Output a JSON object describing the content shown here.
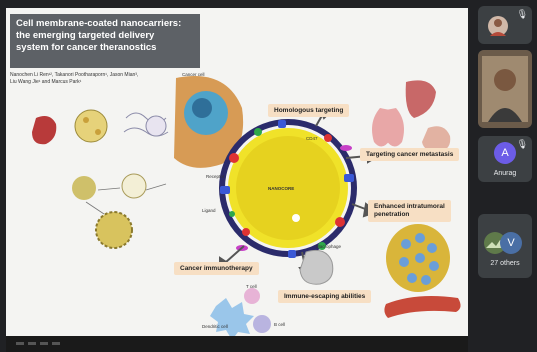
{
  "slide": {
    "title_lines": [
      "Cell membrane-coated nanocarriers:",
      "the emerging targeted delivery",
      "system for cancer theranostics"
    ],
    "authors": [
      "Nanochen Li Ren¹², Takanori Pootharaporn¹, Jason Mian³,",
      "Liu Wang Jie¹ and Marcus Park¹"
    ],
    "labels": {
      "homologous": "Homologous targeting",
      "metastasis": "Targeting cancer metastasis",
      "enhanced_line1": "Enhanced intratumoral",
      "enhanced_line2": "penetration",
      "immunotherapy": "Cancer immunotherapy",
      "immune_escaping": "Immune-escaping abilities"
    },
    "small": {
      "cancer_cell": "Cancer cell",
      "core": "NANOCORE",
      "macrophage": "Macrophage",
      "dendritic": "Dendritic cell",
      "t_cell": "T cell",
      "b_cell": "B cell",
      "cd47": "CD47",
      "receptor": "Receptor",
      "ligand": "Ligand"
    }
  },
  "participants": {
    "tile3_letter": "A",
    "tile3_name": "Anurag",
    "tile4_letter": "V",
    "tile4_name": "27 others"
  },
  "colors": {
    "meet_bg": "#202124",
    "tile_bg": "#3c4043",
    "title_box": "#5d6166",
    "label_bg": "#f7dfc4",
    "avatar_a": "#6c5ce7",
    "avatar_v": "#4a6fa5"
  },
  "icons": {
    "mic_off": "🎙",
    "avatar_image_a": "person",
    "avatar_image_b": "landscape"
  }
}
